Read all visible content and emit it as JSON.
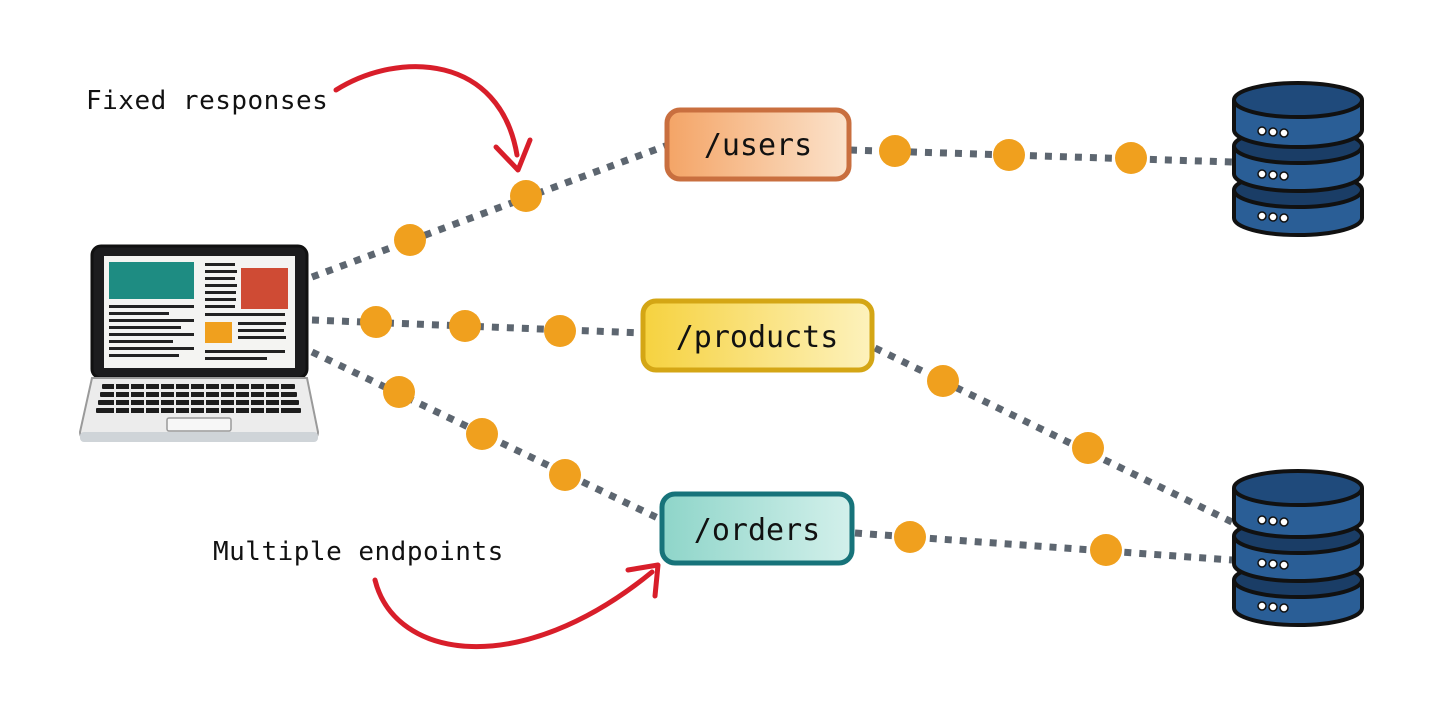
{
  "annotations": {
    "fixed_responses": "Fixed responses",
    "multiple_endpoints": "Multiple endpoints"
  },
  "endpoints": [
    {
      "label": "/users",
      "fill": "#f7b57d",
      "stroke": "#c96f3f"
    },
    {
      "label": "/products",
      "fill": "#f9df6a",
      "stroke": "#d4a615"
    },
    {
      "label": "/orders",
      "fill": "#9fdcd2",
      "stroke": "#17737a"
    }
  ],
  "icons": {
    "client": "laptop-icon",
    "database_top": "database-icon",
    "database_bottom": "database-icon"
  },
  "colors": {
    "connector": "#5d6670",
    "packet": "#f0a01e",
    "arrow": "#d81e2a",
    "db_fill": "#2a5e96",
    "db_dark": "#1a3d66",
    "outline": "#111111"
  }
}
